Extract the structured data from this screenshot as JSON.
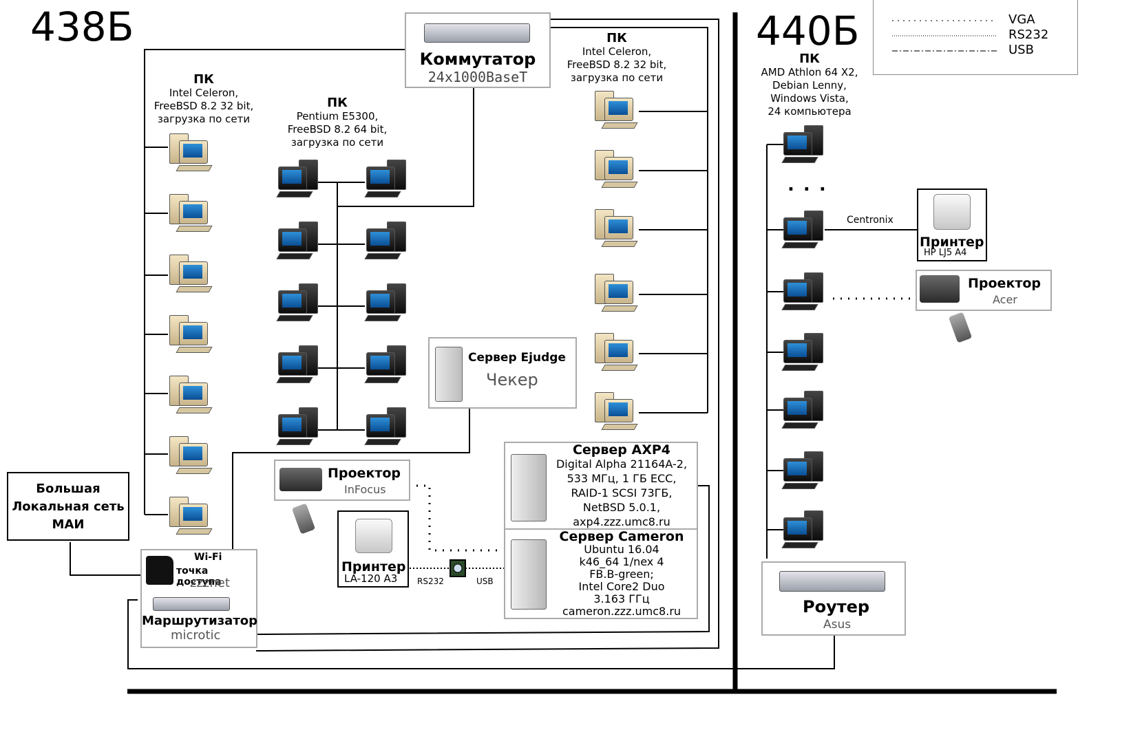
{
  "rooms": {
    "left": "438Б",
    "right": "440Б"
  },
  "legend": [
    "VGA",
    "RS232",
    "USB"
  ],
  "switch": {
    "title": "Коммутатор",
    "subtitle": "24x1000BaseT"
  },
  "groups": {
    "left_pc": {
      "title": "ПК",
      "lines": [
        "Intel Celeron,",
        "FreeBSD 8.2 32 bit,",
        "загрузка по сети"
      ]
    },
    "middle_pc": {
      "title": "ПК",
      "lines": [
        "Pentium E5300,",
        "FreeBSD 8.2 64 bit,",
        "загрузка по сети"
      ]
    },
    "right_pc": {
      "title": "ПК",
      "lines": [
        "Intel Celeron,",
        "FreeBSD 8.2 32 bit,",
        "загрузка по сети"
      ]
    },
    "room440_pc": {
      "title": "ПК",
      "lines": [
        "AMD Athlon 64 X2,",
        "Debian Lenny,",
        "Windows Vista,",
        "24 компьютера"
      ]
    }
  },
  "ellipsis": ". . .",
  "ejudge": {
    "title": "Сервер Ejudge",
    "subtitle": "Чекер"
  },
  "axp4": {
    "title": "Сервер AXP4",
    "lines": [
      "Digital Alpha 21164A-2,",
      "533 МГц, 1 ГБ ECC,",
      "RAID-1 SCSI 73ГБ,",
      "NetBSD 5.0.1,",
      "axp4.zzz.umc8.ru"
    ]
  },
  "cameron": {
    "title": "Сервер Cameron",
    "lines": [
      "Ubuntu 16.04",
      "k46_64 1/nex 4",
      "FB.B-green;",
      "Intel Core2 Duo",
      "3.163 ГГц",
      "cameron.zzz.umc8.ru"
    ]
  },
  "projector_infocus": {
    "title": "Проектор",
    "subtitle": "InFocus"
  },
  "printer_la": {
    "title": "Принтер",
    "subtitle": "LA-120 A3"
  },
  "printer_hp": {
    "title": "Принтер",
    "subtitle": "HP LJ5 A4"
  },
  "projector_acer": {
    "title": "Проектор",
    "subtitle": "Acer"
  },
  "wifi": {
    "title": "Wi-Fi",
    "line2": "точка доступа",
    "subtitle": "zzznet"
  },
  "router_mikrotik": {
    "title": "Маршрутизатор",
    "subtitle": "microtic"
  },
  "router_asus": {
    "title": "Роутер",
    "subtitle": "Asus"
  },
  "lan": {
    "lines": [
      "Большая",
      "Локальная сеть",
      "МАИ"
    ]
  },
  "links": {
    "centronix": "Centronix",
    "rs232": "RS232",
    "usb": "USB"
  }
}
